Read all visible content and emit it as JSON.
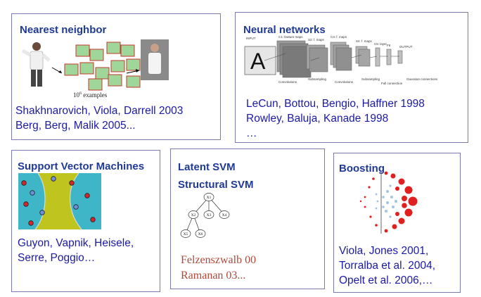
{
  "colors": {
    "title": "#1f3a96",
    "refs": "#1a1aa6",
    "border": "#7b7bb0",
    "serif_refs": "#b0483a"
  },
  "panels": {
    "nearest_neighbor": {
      "title": "Nearest neighbor",
      "caption": "10",
      "caption_sup": "6",
      "caption_suffix": " examples",
      "refs": [
        "Shakhnarovich, Viola, Darrell 2003",
        "Berg, Berg, Malik 2005..."
      ]
    },
    "neural_networks": {
      "title": "Neural networks",
      "refs": [
        "LeCun, Bottou, Bengio, Haffner 1998",
        "Rowley, Baluja, Kanade 1998",
        "…"
      ]
    },
    "svm": {
      "title": "Support Vector Machines",
      "refs": [
        "Guyon, Vapnik,  Heisele,",
        "Serre, Poggio…"
      ]
    },
    "latent_svm": {
      "title": "Latent SVM",
      "subtitle": "Structural  SVM",
      "tree_nodes": [
        "X1",
        "X2",
        "X3",
        "X4",
        "X5",
        "X6"
      ],
      "refs": [
        "Felzenszwalb  00",
        "Ramanan 03..."
      ]
    },
    "boosting": {
      "title": "Boosting",
      "refs": [
        "Viola, Jones 2001,",
        "Torralba et al. 2004,",
        "Opelt et al. 2006,…"
      ]
    }
  }
}
